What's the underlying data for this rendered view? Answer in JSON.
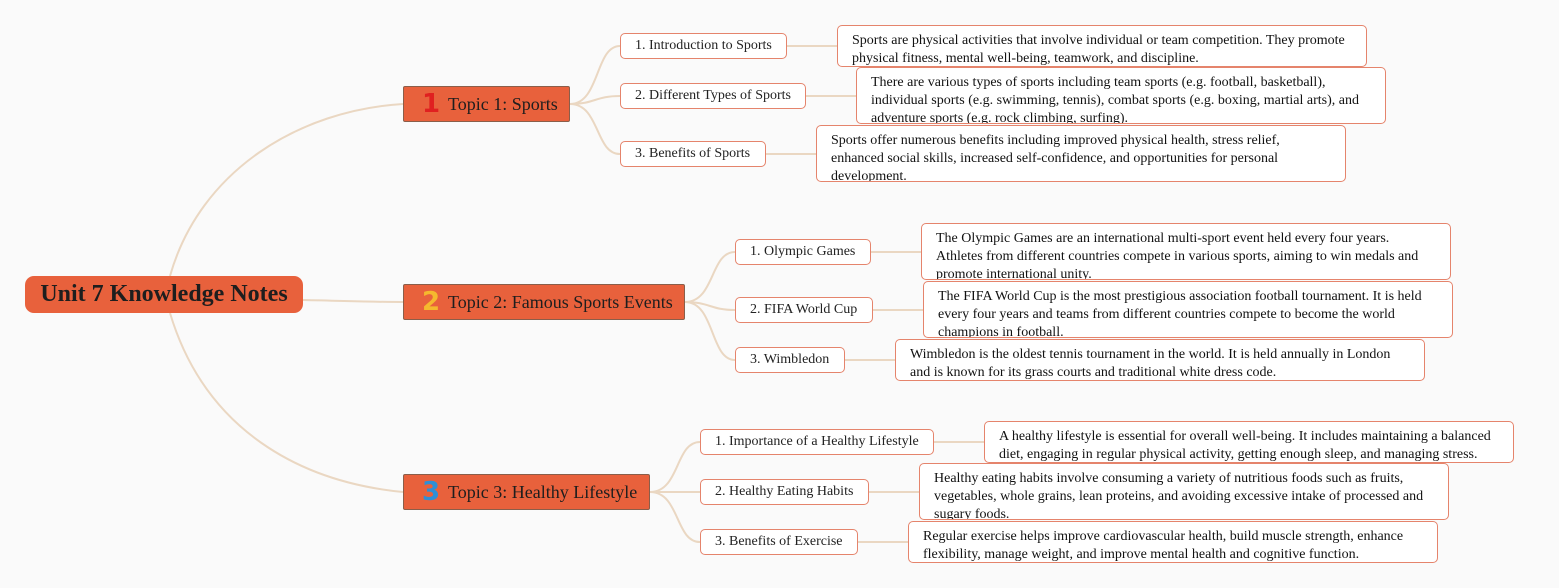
{
  "root": {
    "title": "Unit 7 Knowledge Notes"
  },
  "topics": [
    {
      "number": "1",
      "number_color": "#e02020",
      "label": "Topic 1: Sports",
      "subtopics": [
        {
          "label": "1. Introduction to Sports",
          "description": "Sports are physical activities that involve individual or team competition. They promote physical fitness, mental well-being, teamwork, and discipline."
        },
        {
          "label": "2. Different Types of Sports",
          "description": "There are various types of sports including team sports (e.g. football, basketball), individual sports (e.g. swimming, tennis), combat sports (e.g. boxing, martial arts), and adventure sports (e.g. rock climbing, surfing)."
        },
        {
          "label": "3. Benefits of Sports",
          "description": "Sports offer numerous benefits including improved physical health, stress relief, enhanced social skills, increased self-confidence, and opportunities for personal development."
        }
      ]
    },
    {
      "number": "2",
      "number_color": "#f5b82e",
      "label": "Topic 2: Famous Sports Events",
      "subtopics": [
        {
          "label": "1. Olympic Games",
          "description": "The Olympic Games are an international multi-sport event held every four years. Athletes from different countries compete in various sports, aiming to win medals and promote international unity."
        },
        {
          "label": "2. FIFA World Cup",
          "description": "The FIFA World Cup is the most prestigious association football tournament. It is held every four years and teams from different countries compete to become the world champions in football."
        },
        {
          "label": "3. Wimbledon",
          "description": "Wimbledon is the oldest tennis tournament in the world. It is held annually in London and is known for its grass courts and traditional white dress code."
        }
      ]
    },
    {
      "number": "3",
      "number_color": "#2f8fd6",
      "label": "Topic 3: Healthy Lifestyle",
      "subtopics": [
        {
          "label": "1. Importance of a Healthy Lifestyle",
          "description": "A healthy lifestyle is essential for overall well-being. It includes maintaining a balanced diet, engaging in regular physical activity, getting enough sleep, and managing stress."
        },
        {
          "label": "2. Healthy Eating Habits",
          "description": "Healthy eating habits involve consuming a variety of nutritious foods such as fruits, vegetables, whole grains, lean proteins, and avoiding excessive intake of processed and sugary foods."
        },
        {
          "label": "3. Benefits of Exercise",
          "description": "Regular exercise helps improve cardiovascular health, build muscle strength, enhance flexibility, manage weight, and improve mental health and cognitive function."
        }
      ]
    }
  ],
  "colors": {
    "node_fill": "#e8613c",
    "node_border": "#e5846c",
    "connector": "#ead7c2"
  }
}
